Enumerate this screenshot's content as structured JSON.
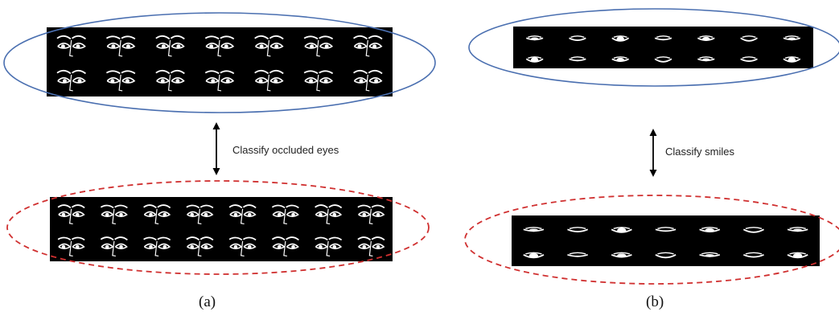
{
  "colors": {
    "solid_ellipse": "#4a6fb0",
    "dashed_ellipse": "#d03030",
    "strip_bg": "#000000",
    "strip_fg": "#ffffff",
    "arrow": "#000000"
  },
  "panel_a": {
    "arrow_label": "Classify occluded eyes",
    "caption": "(a)",
    "top_group": {
      "thumbnail_rows": 2,
      "thumbnails_per_row": 7
    },
    "bottom_group": {
      "thumbnail_rows": 2,
      "thumbnails_per_row": 8
    }
  },
  "panel_b": {
    "arrow_label": "Classify smiles",
    "caption": "(b)",
    "top_group": {
      "thumbnail_rows": 2,
      "thumbnails_per_row": 7
    },
    "bottom_group": {
      "thumbnail_rows": 2,
      "thumbnails_per_row": 7
    }
  }
}
